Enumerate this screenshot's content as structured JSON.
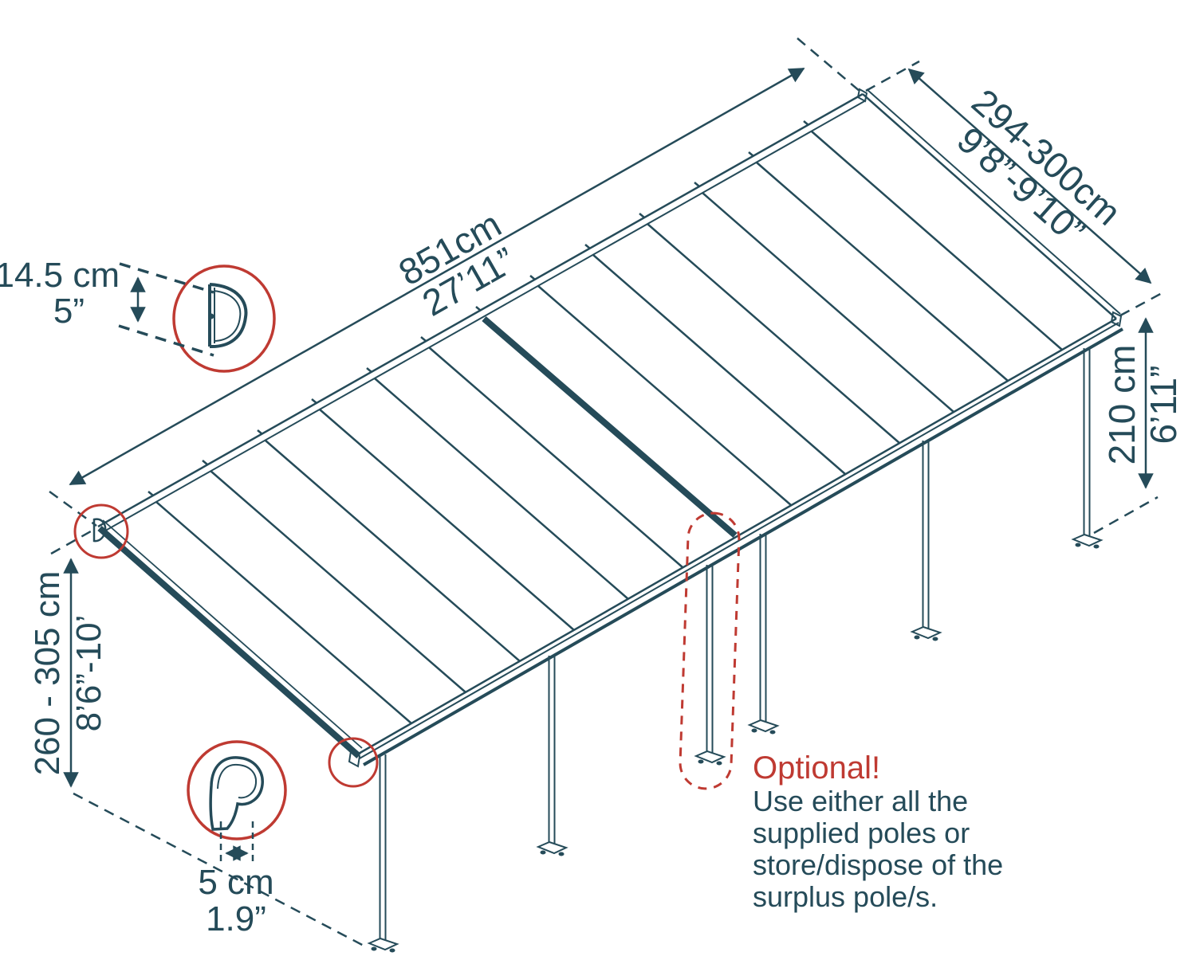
{
  "diagram_title": "patio-cover-dimension-diagram",
  "colors": {
    "ink": "#254b59",
    "accent_red": "#bf3a32",
    "background": "#ffffff"
  },
  "dimensions": {
    "roof_length": {
      "metric": "851cm",
      "imperial": "27’11”"
    },
    "roof_depth": {
      "metric": "294-300cm",
      "imperial": "9’8”-9’10”"
    },
    "post_clearance": {
      "metric": "210 cm",
      "imperial": "6’11”"
    },
    "wall_height": {
      "metric": "260 - 305 cm",
      "imperial": "8’6”-10’"
    },
    "profile_height": {
      "metric": "14.5 cm",
      "imperial": "5”"
    },
    "post_width": {
      "metric": "5 cm",
      "imperial": "1.9”"
    }
  },
  "note": {
    "title": "Optional!",
    "line1": "Use either all the",
    "line2": "supplied poles or",
    "line3": "store/dispose of the",
    "line4": "surplus pole/s."
  }
}
